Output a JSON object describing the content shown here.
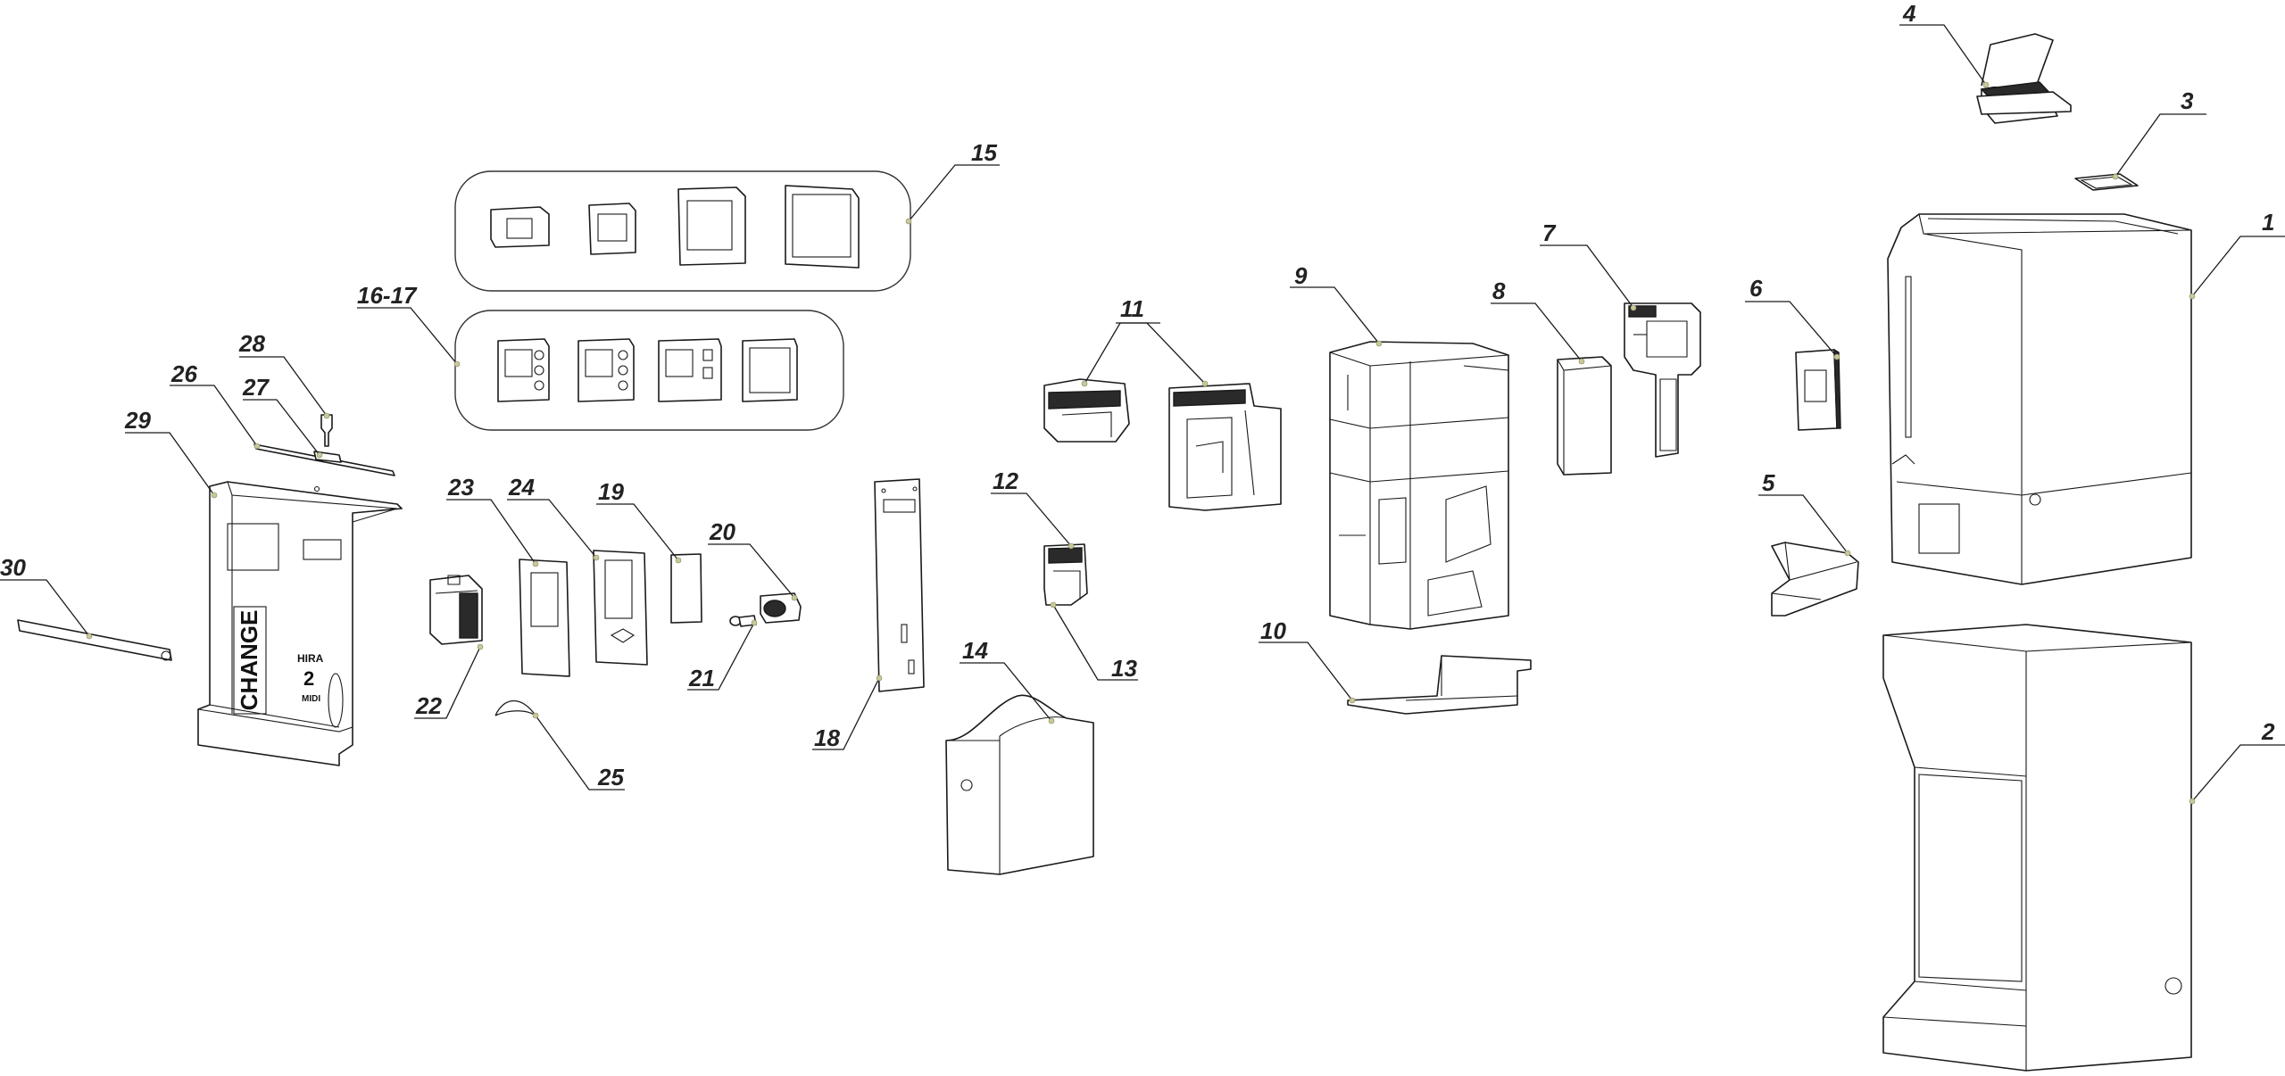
{
  "diagram": {
    "callouts": {
      "c1": "1",
      "c2": "2",
      "c3": "3",
      "c4": "4",
      "c5": "5",
      "c6": "6",
      "c7": "7",
      "c8": "8",
      "c9": "9",
      "c10": "10",
      "c11": "11",
      "c12": "12",
      "c13": "13",
      "c14": "14",
      "c15": "15",
      "c16_17": "16-17",
      "c18": "18",
      "c19": "19",
      "c20": "20",
      "c21": "21",
      "c22": "22",
      "c23": "23",
      "c24": "24",
      "c25": "25",
      "c26": "26",
      "c27": "27",
      "c28": "28",
      "c29": "29",
      "c30": "30"
    },
    "front_panel_print": {
      "vertical_word": "CHANGE",
      "brand": "HIRA",
      "number": "2",
      "model": "MIDI"
    },
    "colors": {
      "line": "#1a1a1a",
      "background": "#ffffff",
      "dot": "#c8c89a"
    }
  }
}
